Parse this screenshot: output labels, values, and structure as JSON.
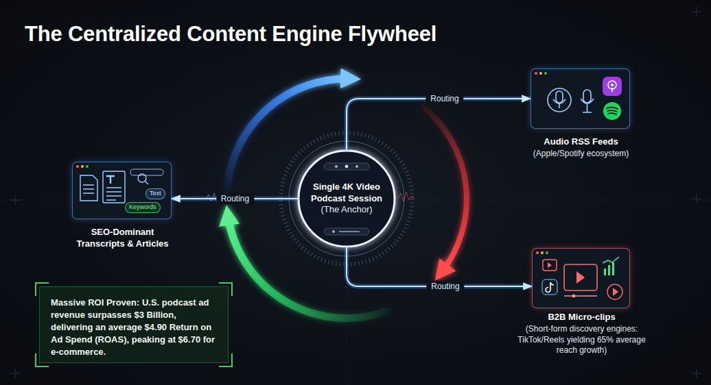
{
  "diagram": {
    "title": "The Centralized Content Engine Flywheel",
    "nodes": [
      {
        "text": [
          "Single 4K Video Podcast Session",
          "(The Anchor)"
        ]
      },
      {
        "text": [
          "Audio RSS Feeds",
          "(Apple/Spotify ecosystem)"
        ]
      },
      {
        "text": [
          "Text",
          "Keywords",
          "SEO-Dominant Transcripts & Articles"
        ]
      },
      {
        "text": [
          "B2B Micro-clips",
          "(Short-form discovery engines: TikTok/Reels yielding 65% average reach growth)"
        ]
      },
      {
        "text": [
          "Massive ROI Proven: U.S. podcast ad revenue surpasses $3 Billion, delivering an average $4.90 Return on Ad Spend (ROAS), peaking at $6.70 for e-commerce."
        ]
      }
    ],
    "edges": [
      {
        "from": 0,
        "to": 1,
        "label": "Routing",
        "arrow": "to"
      },
      {
        "from": 0,
        "to": 2,
        "label": "Routing",
        "arrow": "to"
      },
      {
        "from": 0,
        "to": 3,
        "label": "Routing",
        "arrow": "to"
      }
    ]
  }
}
